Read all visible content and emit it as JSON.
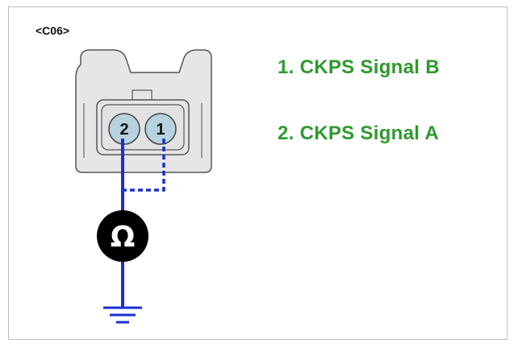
{
  "connector": {
    "code": "<C06>",
    "pins": [
      {
        "number": "2"
      },
      {
        "number": "1"
      }
    ]
  },
  "legend": [
    {
      "text": "1. CKPS Signal B"
    },
    {
      "text": "2. CKPS Signal A"
    }
  ],
  "meter": {
    "symbol": "Ω"
  },
  "colors": {
    "legend_text": "#2e9a2e",
    "wire": "#1a2fd6",
    "connector_body": "#e6e6e6",
    "pin_fill": "#b6d3df",
    "meter_fill": "#000000"
  }
}
